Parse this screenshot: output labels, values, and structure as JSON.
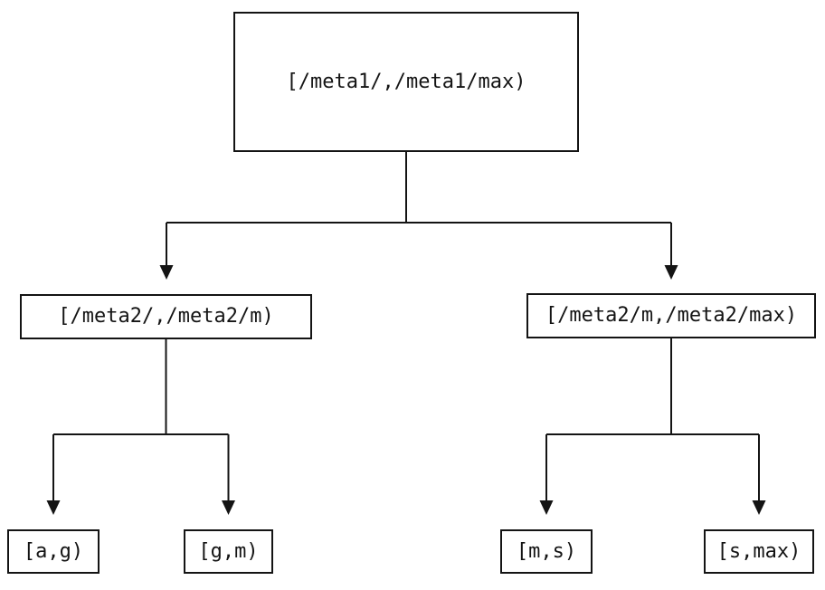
{
  "diagram": {
    "type": "interval-partition-tree",
    "colors": {
      "line": "#141414",
      "text": "#141414",
      "background": "#ffffff"
    },
    "root": {
      "label": "[/meta1/,/meta1/max)"
    },
    "children": [
      {
        "label": "[/meta2/,/meta2/m)",
        "children": [
          {
            "label": "[a,g)"
          },
          {
            "label": "[g,m)"
          }
        ]
      },
      {
        "label": "[/meta2/m,/meta2/max)",
        "children": [
          {
            "label": "[m,s)"
          },
          {
            "label": "[s,max)"
          }
        ]
      }
    ]
  }
}
